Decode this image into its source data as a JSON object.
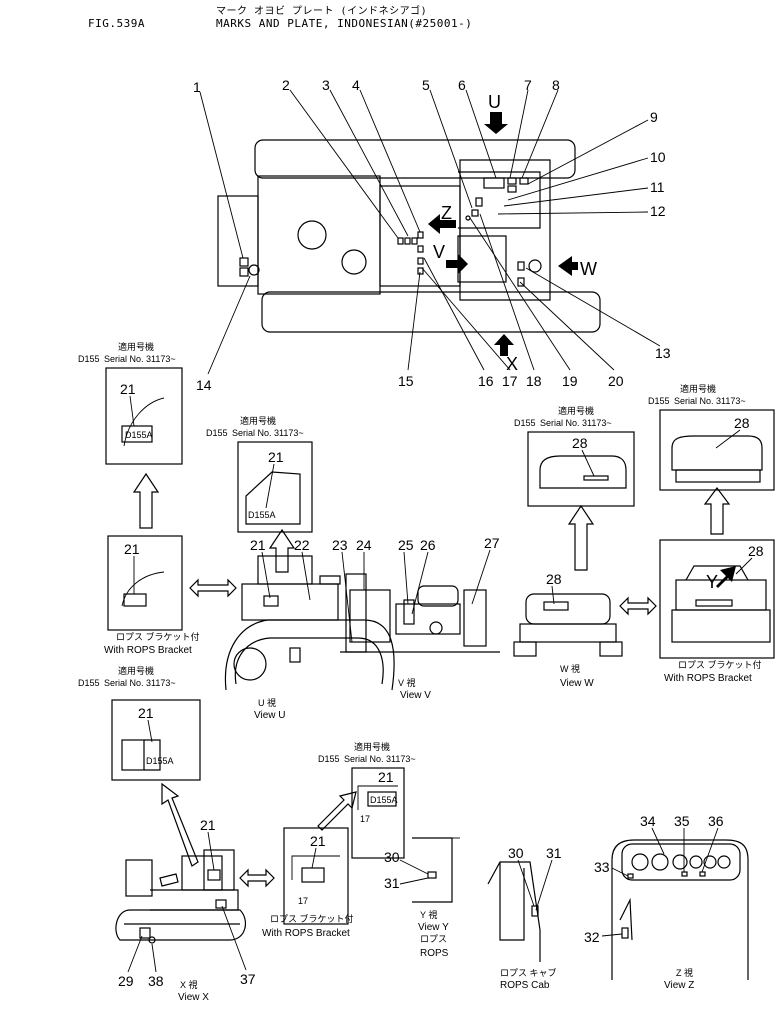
{
  "header": {
    "fig_no": "FIG.539A",
    "title_jp": "マーク オヨビ プレート (インドネシアゴ)",
    "title_en": "MARKS AND PLATE, INDONESIAN(#25001-)"
  },
  "callouts": [
    "1",
    "2",
    "3",
    "4",
    "5",
    "6",
    "7",
    "8",
    "9",
    "10",
    "11",
    "12",
    "13",
    "14",
    "15",
    "16",
    "17",
    "18",
    "19",
    "20",
    "21",
    "22",
    "23",
    "24",
    "25",
    "26",
    "27",
    "28",
    "29",
    "30",
    "31",
    "32",
    "33",
    "34",
    "35",
    "36",
    "37",
    "38"
  ],
  "view_arrows": {
    "u": "U",
    "v": "V",
    "w": "W",
    "x": "X",
    "y": "Y",
    "z": "Z"
  },
  "applicability": {
    "jp": "適用号機",
    "model": "D155",
    "serial": "Serial No. 31173~"
  },
  "plate_text": "D155A",
  "captions": {
    "view_u_jp": "U 視",
    "view_u": "View U",
    "view_v_jp": "V 視",
    "view_v": "View V",
    "view_w_jp": "W 視",
    "view_w": "View W",
    "view_x_jp": "X 視",
    "view_x": "View X",
    "view_y_jp": "Y 視",
    "view_y": "View Y",
    "view_z_jp": "Z 視",
    "view_z": "View Z",
    "rops_jp": "ロプス",
    "rops": "ROPS",
    "rops_cab_jp": "ロプス キャブ",
    "rops_cab": "ROPS Cab",
    "rops_bracket_jp": "ロプス ブラケット付",
    "rops_bracket": "With ROPS Bracket",
    "bracket_no": "17"
  }
}
